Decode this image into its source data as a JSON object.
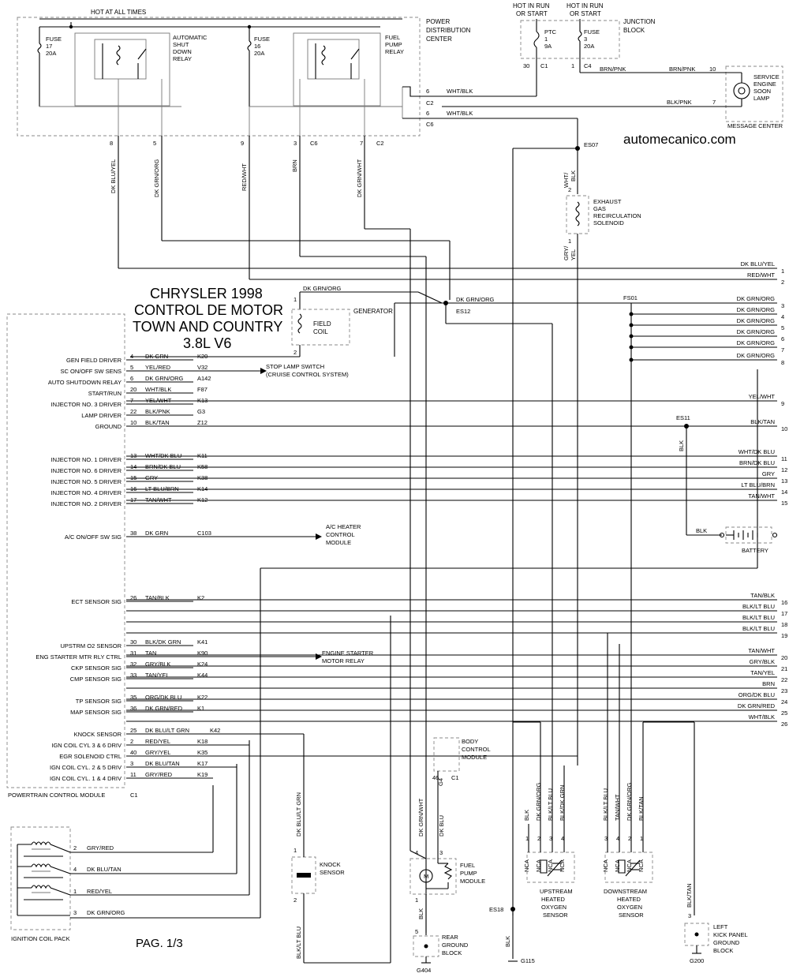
{
  "title": {
    "line1": "CHRYSLER 1998",
    "line2": "CONTROL DE MOTOR",
    "line3": "TOWN AND COUNTRY",
    "line4": "3.8L V6"
  },
  "watermark": "automecanico.com",
  "page_label": "PAG. 1/3",
  "pdc": {
    "hot_label": "HOT AT ALL TIMES",
    "name": [
      "POWER",
      "DISTRIBUTION",
      "CENTER"
    ],
    "fuse17": [
      "FUSE",
      "17",
      "20A"
    ],
    "fuse16": [
      "FUSE",
      "16",
      "20A"
    ],
    "asd_relay": [
      "AUTOMATIC",
      "SHUT",
      "DOWN",
      "RELAY"
    ],
    "fp_relay": [
      "FUEL",
      "PUMP",
      "RELAY"
    ],
    "pins": [
      "8",
      "5",
      "9",
      "3",
      "7"
    ],
    "conn_c6": "C6",
    "conn_c2": "C2",
    "out_pin6a": "6",
    "out_wire_a": "WHT/BLK",
    "out_conn_a": "C2",
    "out_pin6b": "6",
    "out_wire_b": "WHT/BLK",
    "out_conn_b": "C6"
  },
  "junction": {
    "hot_run1": [
      "HOT IN RUN",
      "OR START"
    ],
    "hot_run2": [
      "HOT IN RUN",
      "OR START"
    ],
    "ptc": [
      "PTC",
      "1",
      "9A"
    ],
    "fuse3": [
      "FUSE",
      "3",
      "20A"
    ],
    "name": [
      "JUNCTION",
      "BLOCK"
    ],
    "pin30": "30",
    "conn_c1": "C1",
    "pin1": "1",
    "conn_c4": "C4",
    "wire_brnpnk": "BRN/PNK"
  },
  "msg_center": {
    "lamp": [
      "SERVICE",
      "ENGINE",
      "SOON",
      "LAMP"
    ],
    "name": "MESSAGE CENTER",
    "pin10": "10",
    "pin7": "7",
    "wire_brnpnk": "BRN/PNK",
    "wire_blkpnk": "BLK/PNK"
  },
  "vertical_wires": [
    "DK BLU/YEL",
    "DK GRN/ORG",
    "RED/WHT",
    "BRN",
    "DK GRN/WHT"
  ],
  "egr": {
    "splice": "ES07",
    "wire_top": "WHT/\nBLK",
    "pin2": "2",
    "pin1": "1",
    "wire_bottom": "GRY/\nYEL",
    "name": [
      "EXHAUST",
      "GAS",
      "RECIRCULATION",
      "SOLENOID"
    ]
  },
  "generator": {
    "wire": "DK GRN/ORG",
    "name": "GENERATOR",
    "coil": [
      "FIELD",
      "COIL"
    ],
    "pin1": "1",
    "pin2": "2"
  },
  "splices": {
    "es12": "ES12",
    "es12_wire": "DK GRN/ORG",
    "fs01": "FS01",
    "es11": "ES11",
    "es11_wire": "BLK",
    "es18": "ES18",
    "es18_wire": "BLK",
    "g115": "G115"
  },
  "right_connector": [
    {
      "wire": "DK BLU/YEL",
      "pin": "1"
    },
    {
      "wire": "RED/WHT",
      "pin": "2"
    },
    {
      "wire": "DK GRN/ORG",
      "pin": "3"
    },
    {
      "wire": "DK GRN/ORG",
      "pin": "4"
    },
    {
      "wire": "DK GRN/ORG",
      "pin": "5"
    },
    {
      "wire": "DK GRN/ORG",
      "pin": "6"
    },
    {
      "wire": "DK GRN/ORG",
      "pin": "7"
    },
    {
      "wire": "DK GRN/ORG",
      "pin": "8"
    },
    {
      "wire": "YEL/WHT",
      "pin": "9"
    },
    {
      "wire": "BLK/TAN",
      "pin": "10"
    },
    {
      "wire": "WHT/DK BLU",
      "pin": "11"
    },
    {
      "wire": "BRN/DK BLU",
      "pin": "12"
    },
    {
      "wire": "GRY",
      "pin": "13"
    },
    {
      "wire": "LT BLU/BRN",
      "pin": "14"
    },
    {
      "wire": "TAN/WHT",
      "pin": "15"
    },
    {
      "wire": "TAN/BLK",
      "pin": "16"
    },
    {
      "wire": "BLK/LT BLU",
      "pin": "17"
    },
    {
      "wire": "BLK/LT BLU",
      "pin": "18"
    },
    {
      "wire": "BLK/LT BLU",
      "pin": "19"
    },
    {
      "wire": "TAN/WHT",
      "pin": "20"
    },
    {
      "wire": "GRY/BLK",
      "pin": "21"
    },
    {
      "wire": "TAN/YEL",
      "pin": "22"
    },
    {
      "wire": "BRN",
      "pin": "23"
    },
    {
      "wire": "ORG/DK BLU",
      "pin": "24"
    },
    {
      "wire": "DK GRN/RED",
      "pin": "25"
    },
    {
      "wire": "WHT/BLK",
      "pin": "26"
    }
  ],
  "pcm": {
    "name": "POWERTRAIN CONTROL MODULE",
    "conn": "C1",
    "rows": [
      {
        "label": "GEN FIELD DRIVER",
        "pin": "4",
        "wire": "DK GRN",
        "code": "K20"
      },
      {
        "label": "SC ON/OFF SW SENS",
        "pin": "5",
        "wire": "YEL/RED",
        "code": "V32"
      },
      {
        "label": "AUTO SHUTDOWN RELAY",
        "pin": "6",
        "wire": "DK GRN/ORG",
        "code": "A142"
      },
      {
        "label": "START/RUN",
        "pin": "20",
        "wire": "WHT/BLK",
        "code": "F87"
      },
      {
        "label": "INJECTOR NO. 3 DRIVER",
        "pin": "7",
        "wire": "YEL/WHT",
        "code": "K13"
      },
      {
        "label": "LAMP DRIVER",
        "pin": "22",
        "wire": "BLK/PNK",
        "code": "G3"
      },
      {
        "label": "GROUND",
        "pin": "10",
        "wire": "BLK/TAN",
        "code": "Z12"
      },
      {
        "label": "INJECTOR NO. 1 DRIVER",
        "pin": "13",
        "wire": "WHT/DK BLU",
        "code": "K11"
      },
      {
        "label": "INJECTOR NO. 6 DRIVER",
        "pin": "14",
        "wire": "BRN/DK BLU",
        "code": "K58"
      },
      {
        "label": "INJECTOR NO. 5 DRIVER",
        "pin": "15",
        "wire": "GRY",
        "code": "K38"
      },
      {
        "label": "INJECTOR NO. 4 DRIVER",
        "pin": "16",
        "wire": "LT BLU/BRN",
        "code": "K14"
      },
      {
        "label": "INJECTOR NO. 2 DRIVER",
        "pin": "17",
        "wire": "TAN/WHT",
        "code": "K12"
      },
      {
        "label": "A/C ON/OFF SW SIG",
        "pin": "38",
        "wire": "DK GRN",
        "code": "C103"
      },
      {
        "label": "ECT SENSOR SIG",
        "pin": "26",
        "wire": "TAN/BLK",
        "code": "K2"
      },
      {
        "label": "UPSTRM O2 SENSOR",
        "pin": "30",
        "wire": "BLK/DK GRN",
        "code": "K41"
      },
      {
        "label": "ENG STARTER MTR RLY CTRL",
        "pin": "31",
        "wire": "TAN",
        "code": "K90"
      },
      {
        "label": "CKP SENSOR SIG",
        "pin": "32",
        "wire": "GRY/BLK",
        "code": "K24"
      },
      {
        "label": "CMP SENSOR SIG",
        "pin": "33",
        "wire": "TAN/YEL",
        "code": "K44"
      },
      {
        "label": "TP SENSOR SIG",
        "pin": "35",
        "wire": "ORG/DK BLU",
        "code": "K22"
      },
      {
        "label": "MAP SENSOR SIG",
        "pin": "36",
        "wire": "DK GRN/RED",
        "code": "K1"
      },
      {
        "label": "KNOCK SENSOR",
        "pin": "25",
        "wire": "DK BLU/LT GRN",
        "code": "K42"
      },
      {
        "label": "IGN COIL CYL 3 & 6 DRIV",
        "pin": "2",
        "wire": "RED/YEL",
        "code": "K18"
      },
      {
        "label": "EGR SOLENOID CTRL",
        "pin": "40",
        "wire": "GRY/YEL",
        "code": "K35"
      },
      {
        "label": "IGN COIL CYL. 2 & 5 DRIV",
        "pin": "3",
        "wire": "DK BLU/TAN",
        "code": "K17"
      },
      {
        "label": "IGN COIL CYL. 1 & 4 DRIV",
        "pin": "11",
        "wire": "GRY/RED",
        "code": "K19"
      }
    ]
  },
  "ext_targets": {
    "stop_lamp": [
      "STOP LAMP SWITCH",
      "(CRUISE CONTROL SYSTEM)"
    ],
    "ac_module": [
      "A/C HEATER",
      "CONTROL",
      "MODULE"
    ],
    "starter_relay": [
      "ENGINE STARTER",
      "MOTOR RELAY"
    ]
  },
  "battery": {
    "wire": "BLK",
    "name": "BATTERY"
  },
  "coil_pack": {
    "name": "IGNITION COIL PACK",
    "pins": [
      {
        "pin": "2",
        "wire": "GRY/RED"
      },
      {
        "pin": "4",
        "wire": "DK BLU/TAN"
      },
      {
        "pin": "1",
        "wire": "RED/YEL"
      },
      {
        "pin": "3",
        "wire": "DK GRN/ORG"
      }
    ]
  },
  "knock": {
    "wire_top": "DK BLU/LT GRN",
    "wire_bottom": "BLK/LT BLU",
    "name": [
      "KNOCK",
      "SENSOR"
    ],
    "pin1": "1",
    "pin2": "2"
  },
  "fuel_pump": {
    "name": [
      "FUEL",
      "PUMP",
      "MODULE"
    ],
    "wire_left": "DK GRN/WHT",
    "wire_right": "DK BLU",
    "pin4": "4",
    "pin3": "3",
    "pin1": "1",
    "pin5": "5",
    "wire_gnd": "BLK",
    "motor": "M"
  },
  "bcm": {
    "name": [
      "BODY",
      "CONTROL",
      "MODULE"
    ],
    "pin46": "46",
    "g4": "G4",
    "conn": "C1"
  },
  "rear_ground": {
    "name": [
      "REAR",
      "GROUND",
      "BLOCK"
    ],
    "id": "G404"
  },
  "upstream_o2": {
    "wires": [
      "BLK",
      "DK GRN/ORG",
      "BLK/LT BLU",
      "BLK/DK GRN"
    ],
    "pins": [
      "1",
      "2",
      "3",
      "4"
    ],
    "nca": [
      "NCA",
      "NCA",
      "NCA",
      "NCA"
    ],
    "name": [
      "UPSTREAM",
      "HEATED",
      "OXYGEN",
      "SENSOR"
    ]
  },
  "downstream_o2": {
    "wires": [
      "BLK/LT BLU",
      "TAN/WHT",
      "DK GRN/ORG",
      "BLK/TAN"
    ],
    "pins": [
      "3",
      "4",
      "2",
      "1"
    ],
    "nca": [
      "NCA",
      "NCA",
      "NCA",
      "NCA"
    ],
    "name": [
      "DOWNSTREAM",
      "HEATED",
      "OXYGEN",
      "SENSOR"
    ]
  },
  "left_kick": {
    "wire": "BLK/TAN",
    "pin": "3",
    "name": [
      "LEFT",
      "KICK PANEL",
      "GROUND",
      "BLOCK"
    ],
    "id": "G200"
  }
}
